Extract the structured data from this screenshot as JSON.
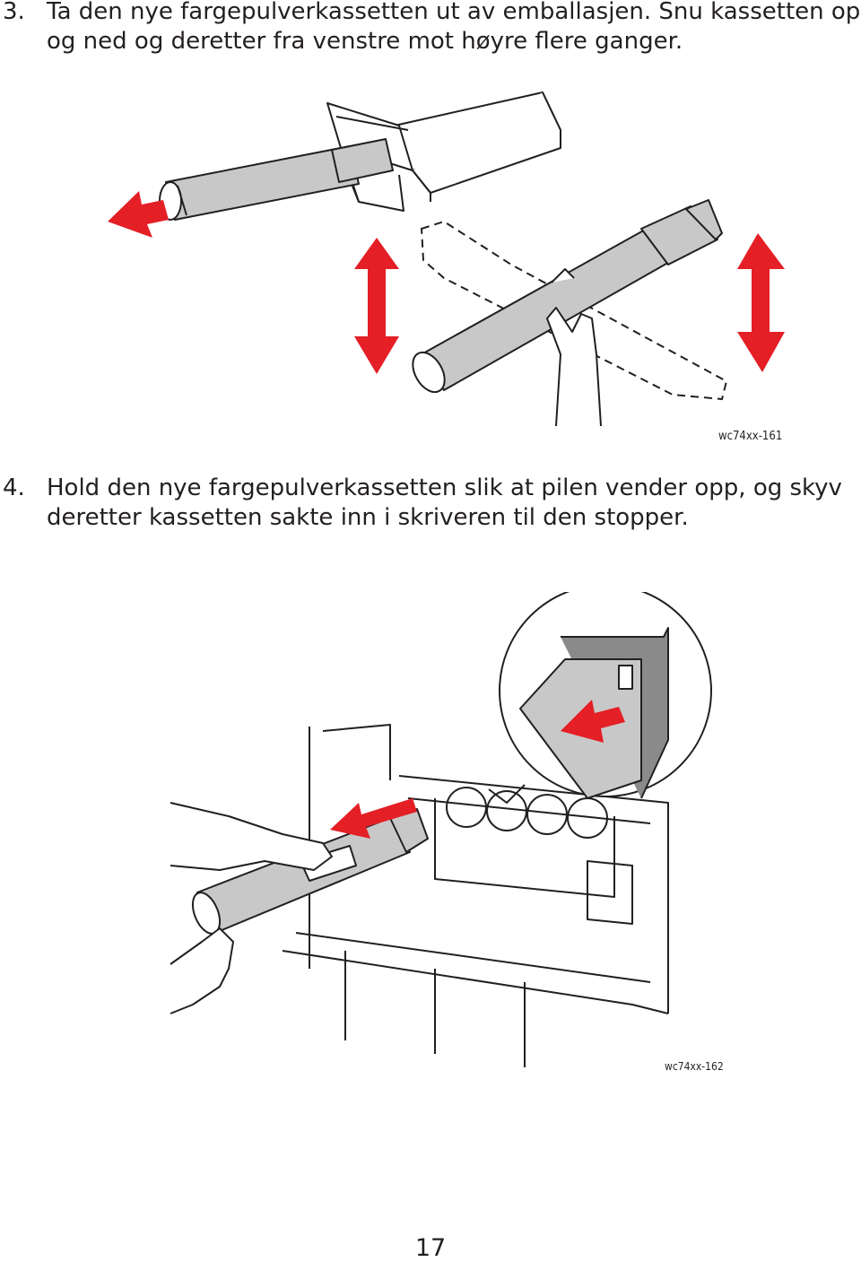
{
  "steps": [
    {
      "number": "3.",
      "lines": [
        "Ta den nye fargepulverkassetten ut av emballasjen. Snu kassetten opp",
        "og ned og deretter fra venstre mot høyre flere ganger."
      ]
    },
    {
      "number": "4.",
      "lines": [
        "Hold den nye fargepulverkassetten slik at pilen vender opp, og skyv",
        "deretter kassetten sakte inn i skriveren til den stopper."
      ]
    }
  ],
  "figures": [
    {
      "id_label": "wc74xx-161",
      "icon": "toner-shake-illustration"
    },
    {
      "id_label": "wc74xx-162",
      "icon": "toner-insert-illustration"
    }
  ],
  "colors": {
    "arrow": "#e41f26",
    "cartridge": "#c8c8c8",
    "line": "#231f20"
  },
  "page_number": "17"
}
